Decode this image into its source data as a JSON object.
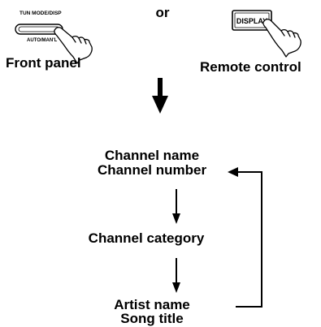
{
  "top": {
    "or_text": "or",
    "front_panel": {
      "label": "Front panel",
      "button_top_text": "TUN MODE/DISP",
      "button_bottom_text": "AUTO/MAN'L"
    },
    "remote_control": {
      "label": "Remote control",
      "button_text": "DISPLAY"
    }
  },
  "cycle": {
    "steps": [
      {
        "line1": "Channel name",
        "line2": "Channel number"
      },
      {
        "line1": "Channel category",
        "line2": ""
      },
      {
        "line1": "Artist name",
        "line2": "Song title"
      }
    ]
  },
  "icons": [
    "hand-pointer-icon",
    "down-arrow-icon",
    "loop-arrow-icon"
  ]
}
